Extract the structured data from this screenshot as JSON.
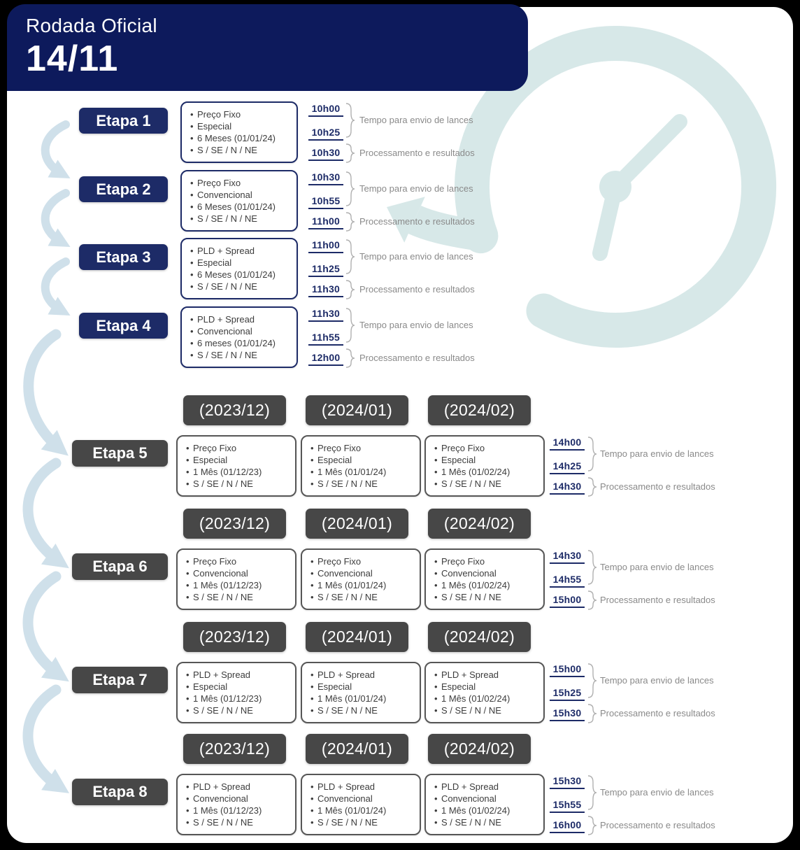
{
  "header": {
    "title": "Rodada Oficial",
    "date": "14/11"
  },
  "legend": {
    "bids": "Tempo para envio de lances",
    "processing": "Processamento e resultados"
  },
  "etapas": [
    {
      "label": "Etapa 1",
      "theme": "navy",
      "months": [],
      "boxes": [
        [
          "Preço Fixo",
          "Especial",
          "6 Meses (01/01/24)",
          "S / SE / N / NE"
        ]
      ],
      "times": [
        "10h00",
        "10h25",
        "10h30"
      ]
    },
    {
      "label": "Etapa 2",
      "theme": "navy",
      "months": [],
      "boxes": [
        [
          "Preço Fixo",
          "Convencional",
          "6 Meses (01/01/24)",
          "S / SE / N / NE"
        ]
      ],
      "times": [
        "10h30",
        "10h55",
        "11h00"
      ]
    },
    {
      "label": "Etapa 3",
      "theme": "navy",
      "months": [],
      "boxes": [
        [
          "PLD + Spread",
          "Especial",
          "6 Meses (01/01/24)",
          "S / SE / N / NE"
        ]
      ],
      "times": [
        "11h00",
        "11h25",
        "11h30"
      ]
    },
    {
      "label": "Etapa 4",
      "theme": "navy",
      "months": [],
      "boxes": [
        [
          "PLD + Spread",
          "Convencional",
          "6 meses (01/01/24)",
          "S / SE / N / NE"
        ]
      ],
      "times": [
        "11h30",
        "11h55",
        "12h00"
      ]
    },
    {
      "label": "Etapa 5",
      "theme": "gray",
      "months": [
        "(2023/12)",
        "(2024/01)",
        "(2024/02)"
      ],
      "boxes": [
        [
          "Preço Fixo",
          "Especial",
          "1 Mês (01/12/23)",
          "S / SE / N / NE"
        ],
        [
          "Preço Fixo",
          "Especial",
          "1 Mês (01/01/24)",
          "S / SE / N / NE"
        ],
        [
          "Preço Fixo",
          "Especial",
          "1 Mês (01/02/24)",
          "S / SE / N / NE"
        ]
      ],
      "times": [
        "14h00",
        "14h25",
        "14h30"
      ]
    },
    {
      "label": "Etapa 6",
      "theme": "gray",
      "months": [
        "(2023/12)",
        "(2024/01)",
        "(2024/02)"
      ],
      "boxes": [
        [
          "Preço Fixo",
          "Convencional",
          "1 Mês (01/12/23)",
          "S / SE / N / NE"
        ],
        [
          "Preço Fixo",
          "Convencional",
          "1 Mês (01/01/24)",
          "S / SE / N / NE"
        ],
        [
          "Preço Fixo",
          "Convencional",
          "1 Mês (01/02/24)",
          "S / SE / N / NE"
        ]
      ],
      "times": [
        "14h30",
        "14h55",
        "15h00"
      ]
    },
    {
      "label": "Etapa 7",
      "theme": "gray",
      "months": [
        "(2023/12)",
        "(2024/01)",
        "(2024/02)"
      ],
      "boxes": [
        [
          "PLD + Spread",
          "Especial",
          "1 Mês (01/12/23)",
          "S / SE / N / NE"
        ],
        [
          "PLD + Spread",
          "Especial",
          "1 Mês (01/01/24)",
          "S / SE / N / NE"
        ],
        [
          "PLD + Spread",
          "Especial",
          "1 Mês (01/02/24)",
          "S / SE / N / NE"
        ]
      ],
      "times": [
        "15h00",
        "15h25",
        "15h30"
      ]
    },
    {
      "label": "Etapa 8",
      "theme": "gray",
      "months": [
        "(2023/12)",
        "(2024/01)",
        "(2024/02)"
      ],
      "boxes": [
        [
          "PLD + Spread",
          "Convencional",
          "1 Mês (01/12/23)",
          "S / SE / N / NE"
        ],
        [
          "PLD + Spread",
          "Convencional",
          "1 Mês (01/01/24)",
          "S / SE / N / NE"
        ],
        [
          "PLD + Spread",
          "Convencional",
          "1 Mês (01/02/24)",
          "S / SE / N / NE"
        ]
      ],
      "times": [
        "15h30",
        "15h55",
        "16h00"
      ]
    }
  ],
  "colors": {
    "header": "#0d1a5c",
    "navy": "#1d2b67",
    "gray": "#474747",
    "arrow": "#cfe0ea",
    "clock": "#d7e8e8",
    "time": "#1d2b67",
    "annotation": "#8a8a8a",
    "panel": "#ffffff",
    "background": "#000000"
  }
}
